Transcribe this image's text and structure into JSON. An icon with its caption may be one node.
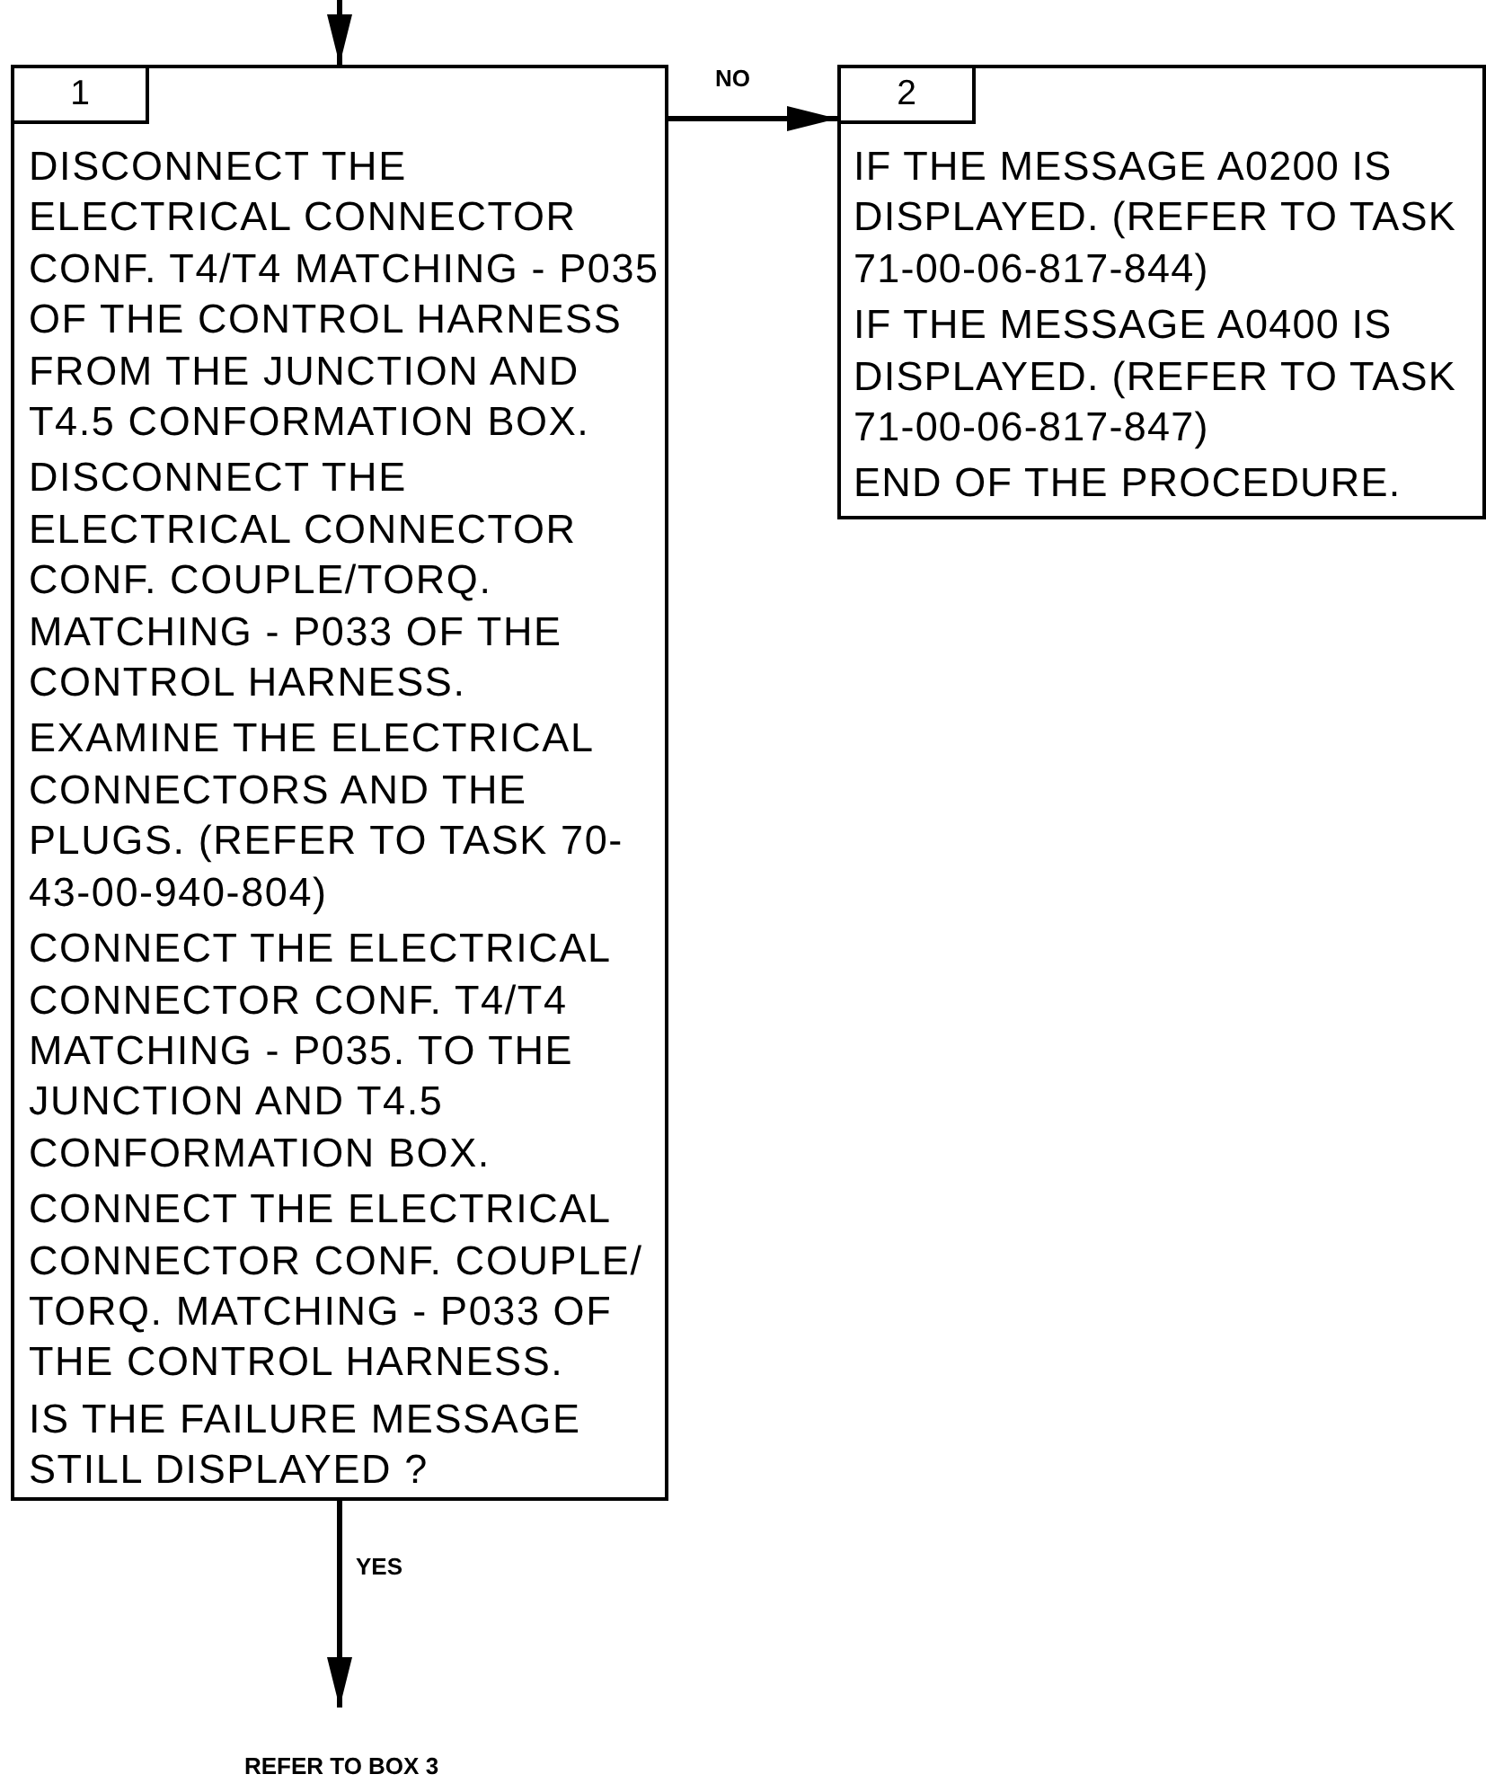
{
  "diagram": {
    "nodes": [
      {
        "text": [
          "1",
          "DISCONNECT THE ELECTRICAL CONNECTOR CONF. T4/T4 MATCHING - P035 OF THE CONTROL HARNESS FROM THE JUNCTION AND T4.5 CONFORMATION BOX.",
          "DISCONNECT THE ELECTRICAL CONNECTOR CONF. COUPLE/TORQ. MATCHING - P033 OF THE CONTROL HARNESS.",
          "EXAMINE THE ELECTRICAL CONNECTORS AND THE PLUGS. (REFER TO TASK 70-43-00-940-804)",
          "CONNECT THE ELECTRICAL CONNECTOR CONF. T4/T4 MATCHING - P035. TO THE JUNCTION AND T4.5 CONFORMATION BOX.",
          "CONNECT THE ELECTRICAL CONNECTOR CONF. COUPLE/ TORQ. MATCHING - P033 OF THE CONTROL HARNESS.",
          "IS THE FAILURE MESSAGE STILL DISPLAYED ?"
        ]
      },
      {
        "text": [
          "2",
          "IF THE MESSAGE A0200 IS DISPLAYED. (REFER TO TASK 71-00-06-817-844)",
          "IF THE MESSAGE A0400 IS DISPLAYED. (REFER TO TASK 71-00-06-817-847)",
          "END OF THE PROCEDURE."
        ]
      },
      {
        "text": [
          "REFER TO BOX 3"
        ]
      }
    ],
    "edges": [
      {
        "from": null,
        "to": 0,
        "arrow": "to"
      },
      {
        "from": 0,
        "to": 1,
        "arrow": "to",
        "label": "NO"
      },
      {
        "from": 0,
        "to": 2,
        "arrow": "to",
        "label": "YES"
      }
    ]
  }
}
